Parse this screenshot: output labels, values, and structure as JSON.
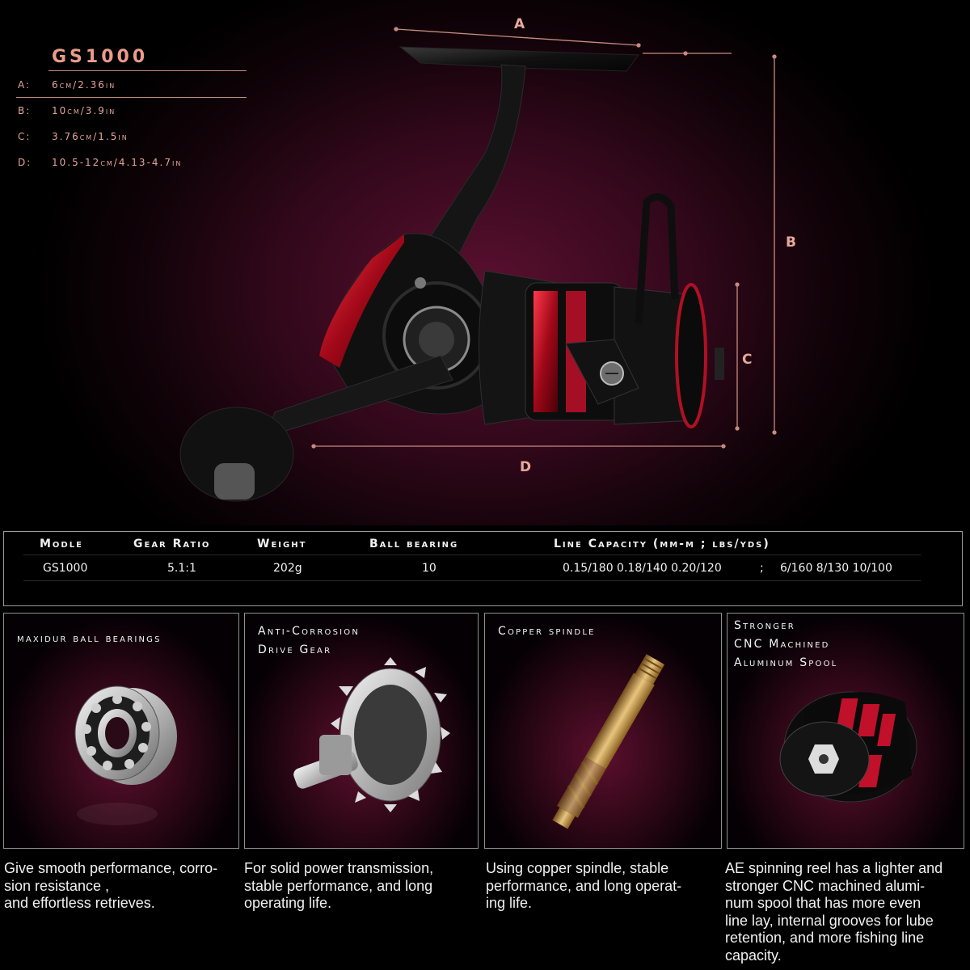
{
  "header": {
    "model_title": "GS1000",
    "dimensions": [
      {
        "key": "A:",
        "value": "6cm/2.36in"
      },
      {
        "key": "B:",
        "value": "10cm/3.9in"
      },
      {
        "key": "C:",
        "value": "3.76cm/1.5in"
      },
      {
        "key": "D:",
        "value": "10.5-12cm/4.13-4.7in"
      }
    ],
    "dim_labels": {
      "a": "A",
      "b": "B",
      "c": "C",
      "d": "D"
    }
  },
  "spec_table": {
    "headers": [
      "Modle",
      "Gear Ratio",
      "Weight",
      "Ball bearing",
      "Line Capacity  (mm-m  ;  lbs/yds)"
    ],
    "row": {
      "model": "GS1000",
      "gear_ratio": "5.1:1",
      "weight": "202g",
      "ball_bearing": "10",
      "line_capacity_mm": "0.15/180   0.18/140  0.20/120",
      "separator": ";",
      "line_capacity_lbs": "6/160  8/130  10/100"
    }
  },
  "features": [
    {
      "title": "maxidur ball bearings",
      "icon": "ball-bearing-icon",
      "description": "Give smooth performance, corro-\nsion resistance ,\nand effortless retrieves."
    },
    {
      "title": "Anti-Corrosion\nDrive Gear",
      "icon": "drive-gear-icon",
      "description": "For solid power transmission,\nstable performance, and long\noperating life."
    },
    {
      "title": "Copper spindle",
      "icon": "copper-spindle-icon",
      "description": "Using copper spindle, stable\nperformance, and long operat-\ning life."
    },
    {
      "title": "Stronger\nCNC Machined\nAluminum Spool",
      "icon": "aluminum-spool-icon",
      "description": "AE spinning reel has a lighter and\nstronger CNC machined alumi-\nnum spool that has more even\nline lay, internal grooves for lube\nretention, and more fishing line\ncapacity."
    }
  ],
  "colors": {
    "accent": "#e8a89c",
    "reel_red": "#c0102a",
    "background": "#000000"
  }
}
